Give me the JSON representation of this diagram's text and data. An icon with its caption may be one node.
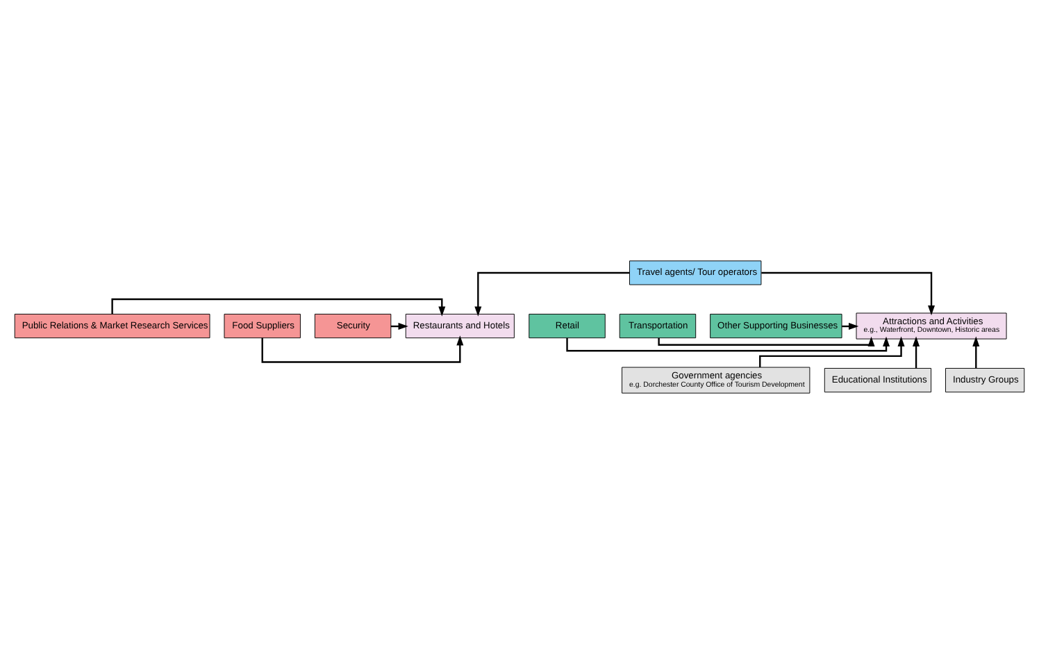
{
  "diagram": {
    "nodes": [
      {
        "text": [
          "Travel agents/ Tour operators"
        ]
      },
      {
        "text": [
          "Public Relations & Market Research Services"
        ]
      },
      {
        "text": [
          "Restaurants and Hotels"
        ]
      },
      {
        "text": [
          "Attractions and Activities",
          "e.g., Waterfront, Downtown, Historic areas"
        ]
      },
      {
        "text": [
          "Retail"
        ]
      },
      {
        "text": [
          "Food Suppliers"
        ]
      },
      {
        "text": [
          "Transportation"
        ]
      },
      {
        "text": [
          "Security"
        ]
      },
      {
        "text": [
          "Other Supporting Businesses"
        ]
      },
      {
        "text": [
          "Government agencies",
          "e.g. Dorchester County Office of Tourism Development"
        ]
      },
      {
        "text": [
          "Educational Institutions"
        ]
      },
      {
        "text": [
          "Industry Groups"
        ]
      }
    ],
    "edges": [
      {
        "from": 0,
        "to": 2,
        "arrow": "to"
      },
      {
        "from": 0,
        "to": 3,
        "arrow": "to"
      },
      {
        "from": 1,
        "to": 2,
        "arrow": "to"
      },
      {
        "from": 5,
        "to": 2,
        "arrow": "to"
      },
      {
        "from": 7,
        "to": 2,
        "arrow": "to"
      },
      {
        "from": 4,
        "to": 3,
        "arrow": "to"
      },
      {
        "from": 6,
        "to": 3,
        "arrow": "to"
      },
      {
        "from": 8,
        "to": 3,
        "arrow": "to"
      },
      {
        "from": 9,
        "to": 3,
        "arrow": "to"
      },
      {
        "from": 10,
        "to": 3,
        "arrow": "to"
      },
      {
        "from": 11,
        "to": 3,
        "arrow": "to"
      }
    ]
  }
}
